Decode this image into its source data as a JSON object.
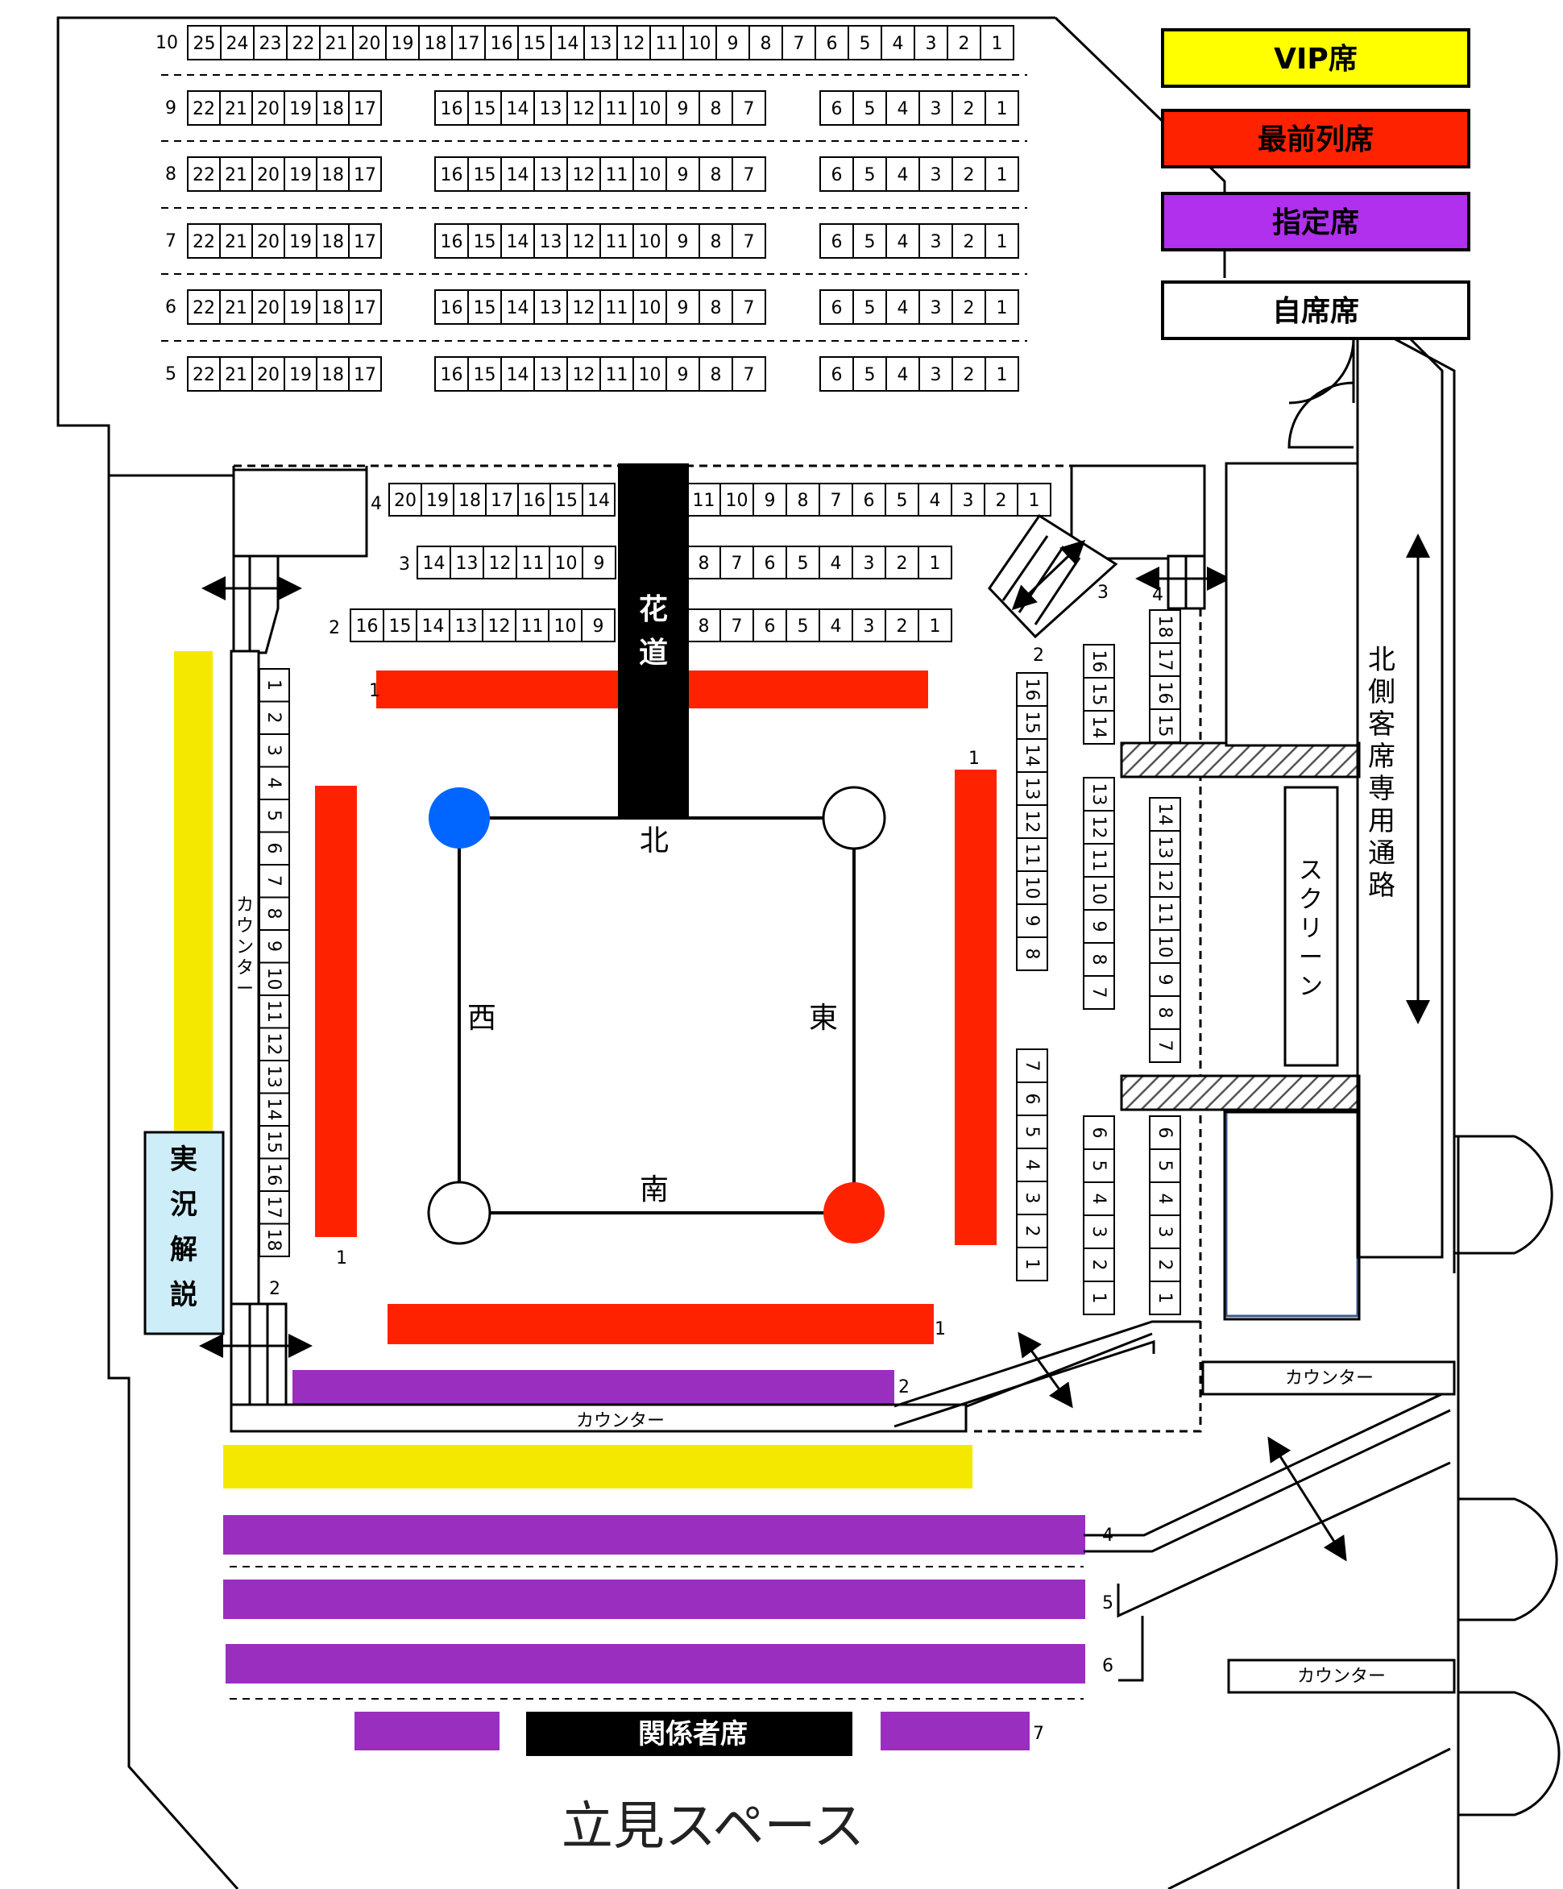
{
  "legend": [
    {
      "key": "vip",
      "label": "VIP席",
      "color": "#ffff00"
    },
    {
      "key": "front",
      "label": "最前列席",
      "color": "#ff2200"
    },
    {
      "key": "reserved",
      "label": "指定席",
      "color": "#b030ee"
    },
    {
      "key": "free",
      "label": "自席席",
      "color": "#ffffff"
    }
  ],
  "colors": {
    "red": "#ff2200",
    "purple": "#9a2ebf",
    "yellow": "#f5e800",
    "blue": "#0066ff",
    "commentary_bg": "#cdeef8"
  },
  "north_block": {
    "row10": {
      "label": "10",
      "seats": [
        "25",
        "24",
        "23",
        "22",
        "21",
        "20",
        "19",
        "18",
        "17",
        "16",
        "15",
        "14",
        "13",
        "12",
        "11",
        "10",
        "9",
        "8",
        "7",
        "6",
        "5",
        "4",
        "3",
        "2",
        "1"
      ]
    },
    "rows": [
      {
        "label": "9"
      },
      {
        "label": "8"
      },
      {
        "label": "7"
      },
      {
        "label": "6"
      },
      {
        "label": "5"
      }
    ],
    "left_seats": [
      "22",
      "21",
      "20",
      "19",
      "18",
      "17"
    ],
    "mid_seats": [
      "16",
      "15",
      "14",
      "13",
      "12",
      "11",
      "10",
      "9",
      "8",
      "7"
    ],
    "right_seats": [
      "6",
      "5",
      "4",
      "3",
      "2",
      "1"
    ]
  },
  "ring_rows": {
    "row4": {
      "label": "4",
      "left": [
        "20",
        "19",
        "18",
        "17",
        "16",
        "15",
        "14"
      ],
      "right": [
        "11",
        "10",
        "9",
        "8",
        "7",
        "6",
        "5",
        "4",
        "3",
        "2",
        "1"
      ]
    },
    "row3": {
      "label": "3",
      "left": [
        "14",
        "13",
        "12",
        "11",
        "10",
        "9"
      ],
      "right": [
        "8",
        "7",
        "6",
        "5",
        "4",
        "3",
        "2",
        "1"
      ]
    },
    "row2": {
      "label": "2",
      "left": [
        "16",
        "15",
        "14",
        "13",
        "12",
        "11",
        "10",
        "9"
      ],
      "right": [
        "8",
        "7",
        "6",
        "5",
        "4",
        "3",
        "2",
        "1"
      ]
    },
    "row1_label": "1"
  },
  "west_column": [
    "1",
    "2",
    "3",
    "4",
    "5",
    "6",
    "7",
    "8",
    "9",
    "10",
    "11",
    "12",
    "13",
    "14",
    "15",
    "16",
    "17",
    "18"
  ],
  "east_columns": {
    "colA_top": [
      "16",
      "15",
      "14",
      "13",
      "12",
      "11",
      "10",
      "9",
      "8"
    ],
    "colA_bottom": [
      "7",
      "6",
      "5",
      "4",
      "3",
      "2",
      "1"
    ],
    "colB_top": [
      "16",
      "15",
      "14"
    ],
    "colB_mid": [
      "13",
      "12",
      "11",
      "10",
      "9",
      "8",
      "7"
    ],
    "colB_bottom": [
      "6",
      "5",
      "4",
      "3",
      "2",
      "1"
    ],
    "colC_top": [
      "18",
      "17",
      "16",
      "15"
    ],
    "colC_mid": [
      "14",
      "13",
      "12",
      "11",
      "10",
      "9",
      "8",
      "7"
    ],
    "colC_bottom": [
      "6",
      "5",
      "4",
      "3",
      "2",
      "1"
    ]
  },
  "labels": {
    "hanamichi": "花道",
    "north": "北",
    "south": "南",
    "west": "西",
    "east": "東",
    "counter": "カウンター",
    "screen": "スクリーン",
    "north_passage": "北側客席専用通路",
    "commentary": "実況解説",
    "staff_seats": "関係者席",
    "standing": "立見スペース",
    "row1": "1",
    "row2": "2",
    "row3": "3",
    "row4": "4",
    "row5": "5",
    "row6": "6",
    "row7": "7"
  }
}
